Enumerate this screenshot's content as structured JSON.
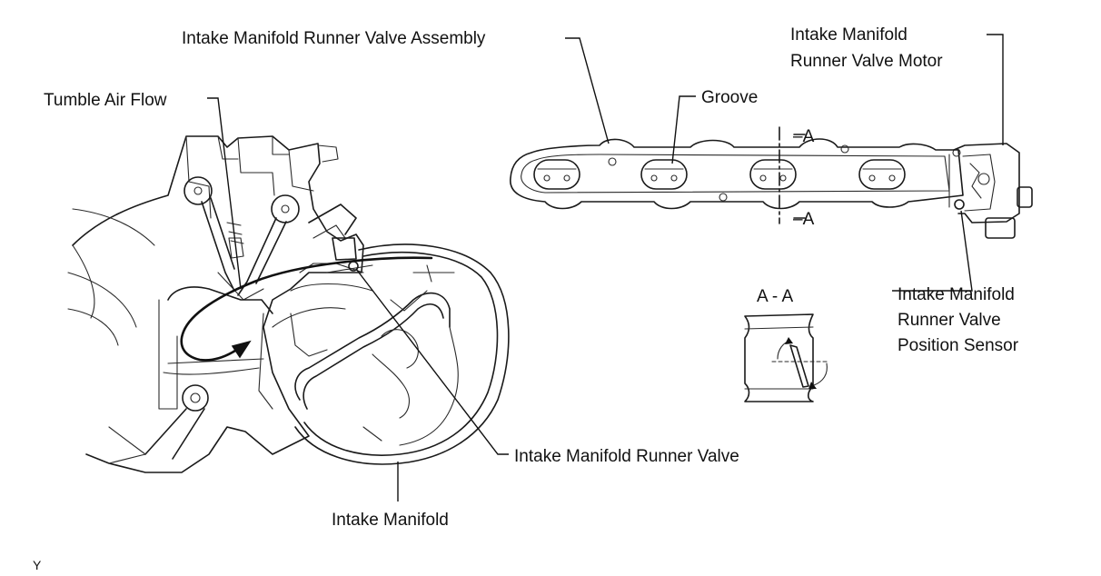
{
  "labels": {
    "assembly": "Intake Manifold Runner Valve Assembly",
    "motor_line1": "Intake Manifold",
    "motor_line2": "Runner Valve Motor",
    "tumble": "Tumble Air Flow",
    "groove": "Groove",
    "section_top": "A",
    "section_bottom": "A",
    "section_view": "A - A",
    "sensor_line1": "Intake Manifold",
    "sensor_line2": "Runner Valve",
    "sensor_line3": "Position Sensor",
    "runner_valve": "Intake Manifold Runner Valve",
    "manifold": "Intake Manifold",
    "corner_mark": "Y"
  }
}
